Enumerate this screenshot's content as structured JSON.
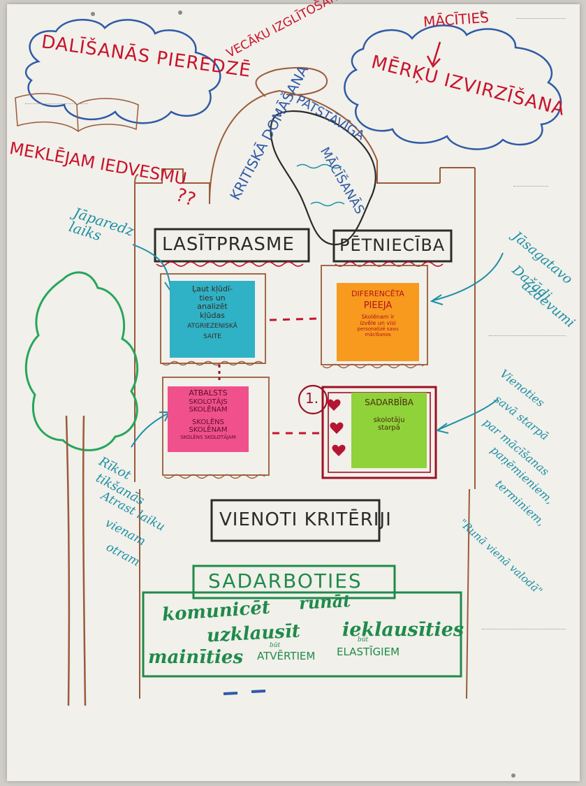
{
  "clouds": {
    "sharing": "DALĪŠANĀS PIEREDZĒ",
    "goals_top": "MĀCĪTIES",
    "goals": "MĒRĶU IZVIRZĪŠANA"
  },
  "inspiration": {
    "text": "MEKLĒJAM IEDVESMU",
    "marks": "??"
  },
  "building": {
    "dome": "VECĀKU IZGLĪTOŠANA",
    "critical": "KRITISKĀ DOMĀŠANA",
    "independent_1": "PATSTĀVĪGA",
    "independent_2": "MĀCĪŠANĀS",
    "literacy": "LASĪTPRASME",
    "research": "PĒTNIECĪBA",
    "criteria": "VIENOTI KRITĒRIJI",
    "badge": "1."
  },
  "notes": {
    "teal": {
      "line1": "Ļaut kļūdī-",
      "line2": "ties un",
      "line3": "analizēt",
      "line4": "kļūdas",
      "line5": "ATGRIEZENISKĀ",
      "line6": "SAITE"
    },
    "orange": {
      "line1": "DIFERENCĒTA",
      "line2": "PIEEJA",
      "line3": "Skolēnam ir",
      "line4": "izvēle un visi",
      "line5": "personalizē savu",
      "line6": "mācīšanos"
    },
    "pink": {
      "line1": "ATBALSTS",
      "line2": "SKOLOTĀJS",
      "line3": "SKOLĒNAM",
      "line4": "SKOLĒNS",
      "line5": "SKOLĒNAM",
      "line6": "SKOLĒNS SKOLOTĀJAM"
    },
    "lime": {
      "line1": "SADARBĪBA",
      "line2": "skolotāju",
      "line3": "starpā"
    }
  },
  "side_left": {
    "top": "Jāparedz laiks",
    "bottom_1": "Rīkot",
    "bottom_2": "tikšanās",
    "bottom_3": "Atrast laiku",
    "bottom_4": "vienam",
    "bottom_5": "otram"
  },
  "side_right": {
    "top_1": "Jāsagatavo",
    "top_2": "Dažādi",
    "top_3": "uzdevumi",
    "bottom_1": "Vienoties",
    "bottom_2": "savā starpā",
    "bottom_3": "par mācīšanas",
    "bottom_4": "paņēmieniem,",
    "bottom_5": "terminiem,",
    "bottom_6": "\"Runā vienā valodā\""
  },
  "collaborate": {
    "title": "SADARBOTIES",
    "w1": "komunicēt",
    "w2": "runāt",
    "w3": "uzklausīt",
    "w4": "ieklausīties",
    "w5": "mainīties",
    "w6_small": "būt",
    "w6": "ATVĒRTIEM",
    "w7_small": "būt",
    "w7": "ELASTĪGIEM"
  },
  "colors": {
    "red": "#c8122b",
    "blue": "#2f5aa6",
    "teal": "#1e8fa6",
    "green": "#1f8a4a",
    "brown": "#9a5a3a",
    "note_teal": "#2fb1c6",
    "note_orange": "#f79a1e",
    "note_pink": "#f0508c",
    "note_lime": "#8fd23a"
  }
}
